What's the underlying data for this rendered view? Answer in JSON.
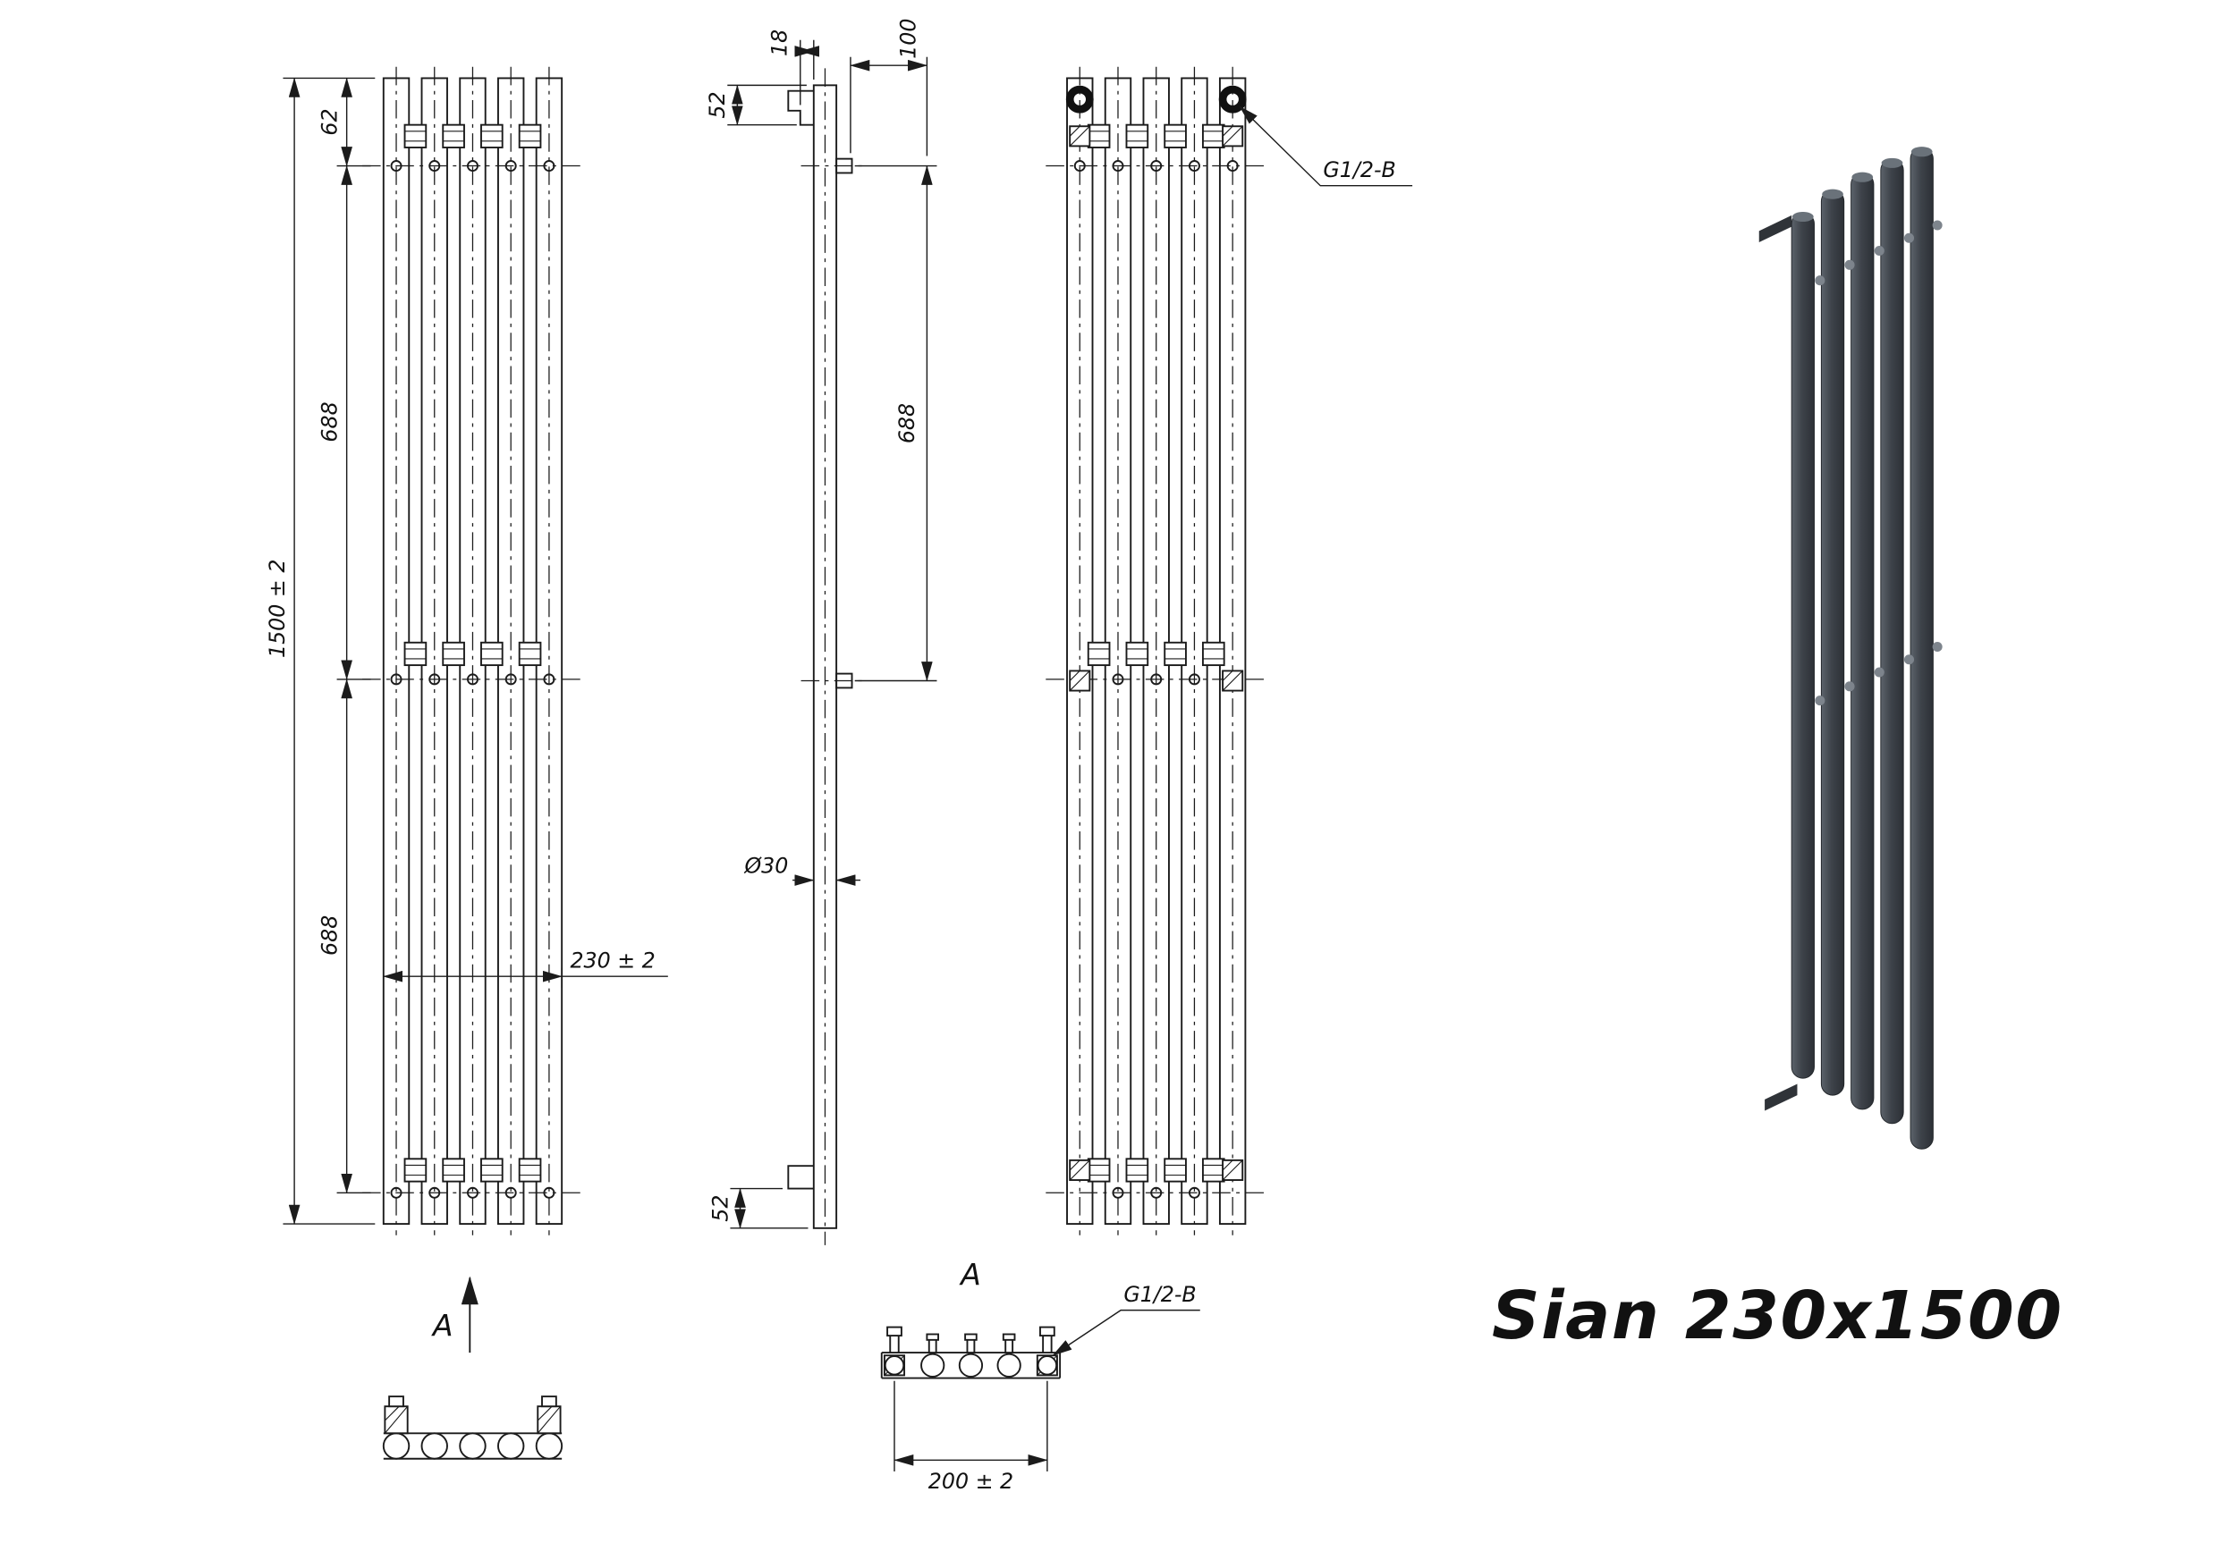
{
  "title": "Sian 230x1500",
  "front_view": {
    "dim_total_height": "1500 ± 2",
    "dim_top_offset": "62",
    "dim_upper_span": "688",
    "dim_lower_span": "688",
    "dim_width": "230 ± 2",
    "section_arrow_label": "A"
  },
  "side_view": {
    "dim_top_offset": "52",
    "dim_hook_depth": "18",
    "dim_bracket_offset": "100",
    "dim_mount_span": "688",
    "dim_tube_diameter": "Ø30",
    "dim_bottom_offset": "52"
  },
  "back_view": {
    "thread_label": "G1/2-B"
  },
  "section_view": {
    "view_label": "A",
    "thread_label": "G1/2-B",
    "dim_connection_spacing": "200 ± 2"
  }
}
